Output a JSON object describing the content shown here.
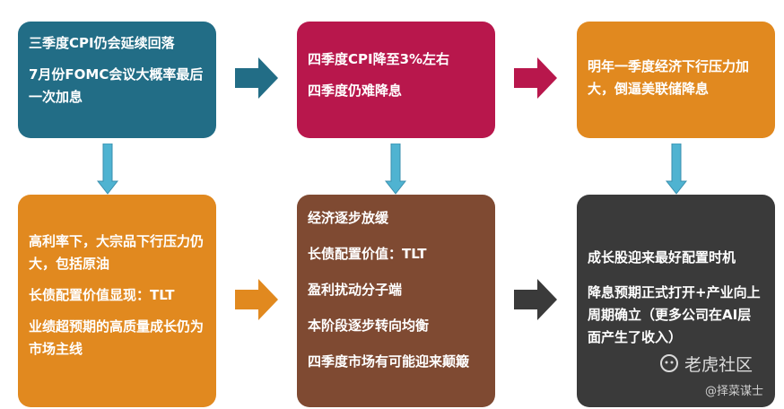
{
  "top_row": [
    {
      "lines": [
        "三季度CPI仍会延续回落",
        "7月份FOMC会议大概率最后一次加息"
      ],
      "color": "#226d86"
    },
    {
      "lines": [
        "四季度CPI降至3%左右",
        "四季度仍难降息"
      ],
      "color": "#b8174c"
    },
    {
      "lines": [
        "明年一季度经济下行压力加大，倒逼美联储降息"
      ],
      "color": "#e1891f"
    }
  ],
  "bottom_row": [
    {
      "lines": [
        "高利率下，大宗品下行压力仍大，包括原油",
        "长债配置价值显现：TLT",
        "业绩超预期的高质量成长仍为市场主线"
      ],
      "color": "#e1891f"
    },
    {
      "lines": [
        "经济逐步放缓",
        "长债配置价值：TLT",
        "盈利扰动分子端",
        "本阶段逐步转向均衡",
        "四季度市场有可能迎来颠簸"
      ],
      "color": "#7f4a32"
    },
    {
      "lines": [
        "成长股迎来最好配置时机",
        "降息预期正式打开+产业向上周期确立（更多公司在AI层面产生了收入）"
      ],
      "color": "#3a3a3a"
    }
  ],
  "watermark": {
    "brand": "老虎社区",
    "author": "@择菜谋士"
  },
  "colors": {
    "arrow_down": "#4fb3d1",
    "arrow_right_1": "#226d86",
    "arrow_right_2": "#b8174c",
    "arrow_right_3": "#e1891f",
    "arrow_right_4": "#3a3a3a"
  }
}
